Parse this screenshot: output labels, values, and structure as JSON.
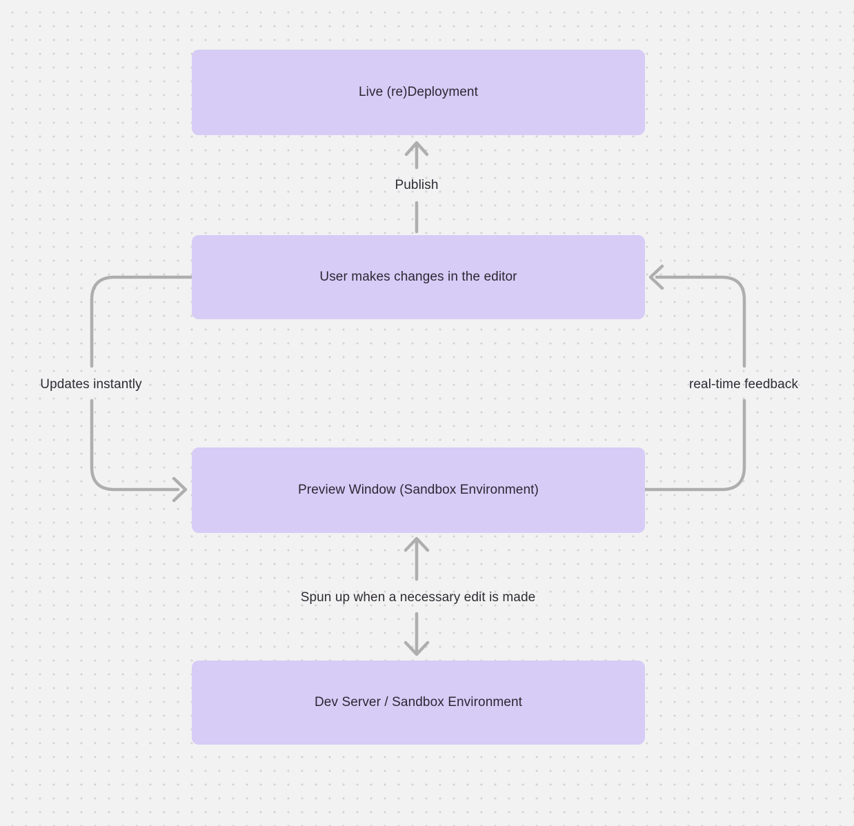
{
  "theme": {
    "background": "#f2f2f2",
    "dot_color": "#d4d4d4",
    "node_fill": "#d6ccf6",
    "node_text_color": "#2c2733",
    "arrow_color": "#aeaeae",
    "label_text_color": "#2e2b33"
  },
  "nodes": [
    {
      "id": "live-redeployment",
      "label": "Live (re)Deployment"
    },
    {
      "id": "editor-changes",
      "label": "User makes changes in the editor"
    },
    {
      "id": "preview-window",
      "label": "Preview Window (Sandbox Environment)"
    },
    {
      "id": "dev-server",
      "label": "Dev Server / Sandbox Environment"
    }
  ],
  "edges": [
    {
      "id": "publish",
      "label": "Publish",
      "from": "editor-changes",
      "to": "live-redeployment",
      "direction": "up"
    },
    {
      "id": "updates-instantly",
      "label": "Updates instantly",
      "from": "editor-changes",
      "to": "preview-window",
      "direction": "left-loop"
    },
    {
      "id": "real-time-feedback",
      "label": "real-time feedback",
      "from": "preview-window",
      "to": "editor-changes",
      "direction": "right-loop"
    },
    {
      "id": "spun-up",
      "label": "Spun up when a necessary edit is made",
      "from": "preview-window",
      "to": "dev-server",
      "direction": "bidirectional"
    }
  ]
}
